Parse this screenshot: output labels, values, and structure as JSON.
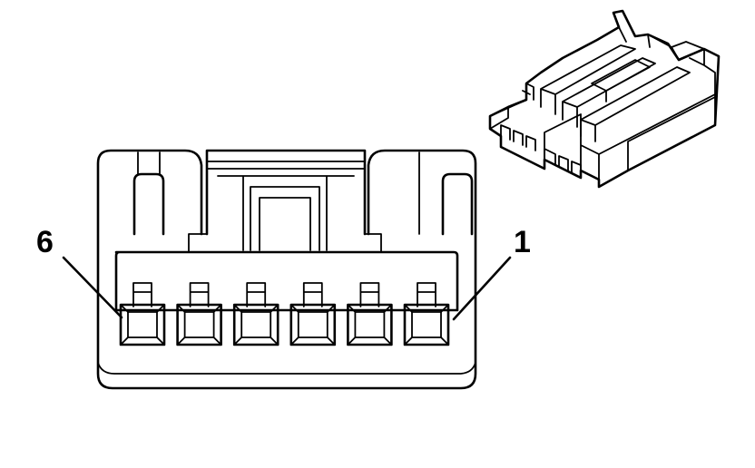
{
  "connector": {
    "pin_labels": {
      "left": "6",
      "right": "1"
    },
    "pin_count": 6
  },
  "colors": {
    "line": "#000000",
    "background": "#ffffff"
  }
}
